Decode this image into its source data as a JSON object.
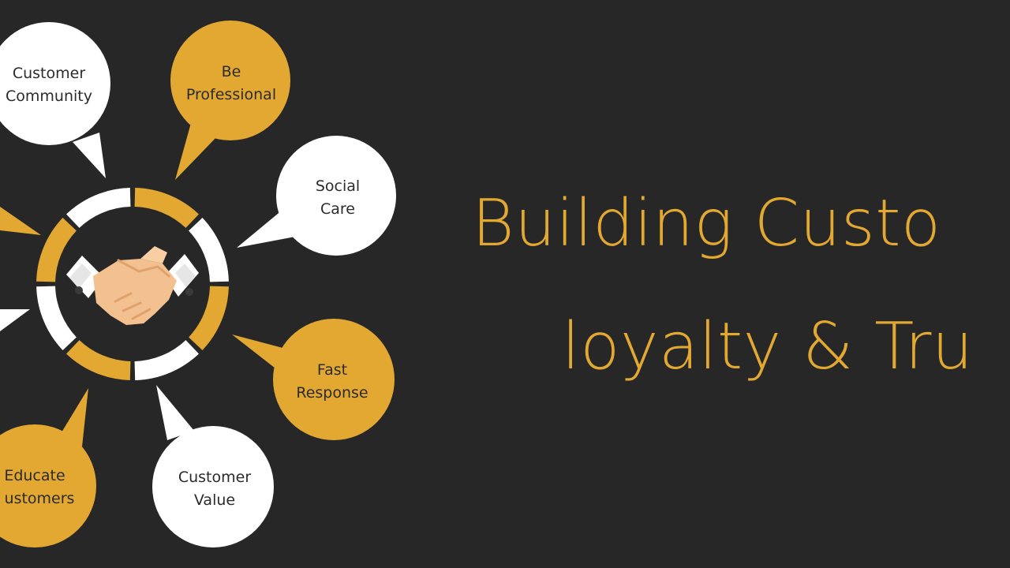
{
  "headline": {
    "line1": "Building Custo",
    "line2": "loyalty & Tru"
  },
  "colors": {
    "background": "#272727",
    "accent": "#E2A832",
    "white": "#FFFFFF",
    "text_dark": "#2B2B2B"
  },
  "bubbles": [
    {
      "id": "customer-community",
      "lines": [
        "Customer",
        "Community"
      ],
      "color": "white"
    },
    {
      "id": "be-professional",
      "lines": [
        "Be",
        "Professional"
      ],
      "color": "accent"
    },
    {
      "id": "social-care",
      "lines": [
        "Social",
        "Care"
      ],
      "color": "white"
    },
    {
      "id": "fast-response",
      "lines": [
        "Fast",
        "Response"
      ],
      "color": "accent"
    },
    {
      "id": "customer-value",
      "lines": [
        "Customer",
        "Value"
      ],
      "color": "white"
    },
    {
      "id": "educate-customers",
      "lines": [
        "Educate",
        "ustomers"
      ],
      "color": "accent"
    }
  ],
  "center_icon": "handshake-icon"
}
